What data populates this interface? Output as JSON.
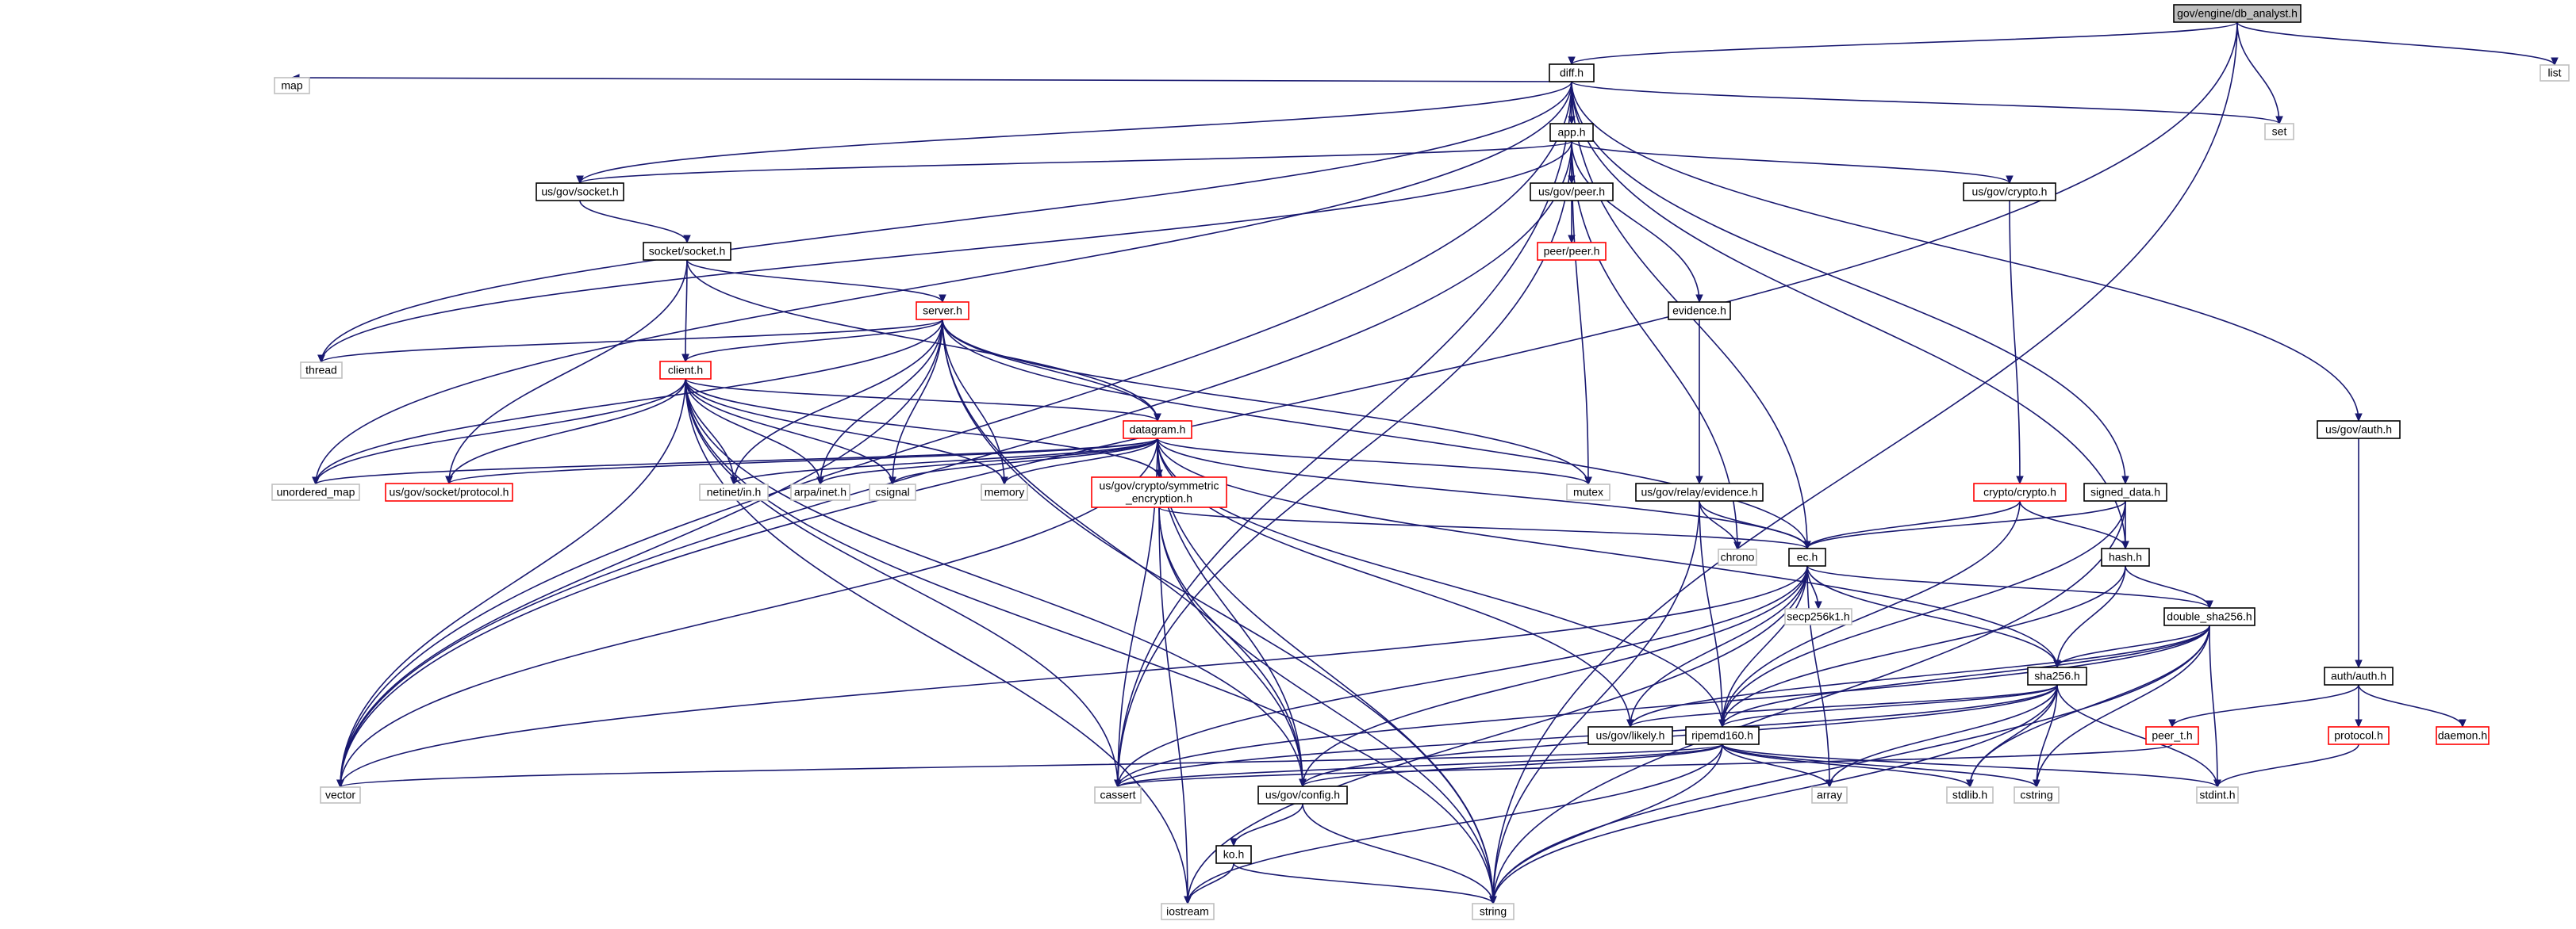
{
  "colors": {
    "edge": "#191970",
    "root_fill": "#bfbfbf",
    "normal_border": "#000000",
    "incomplete_border": "#ff0000",
    "system_border": "#bfbfbf"
  },
  "nodes": [
    {
      "id": "db_analyst",
      "label": "gov/engine/db_analyst.h",
      "kind": "root"
    },
    {
      "id": "list",
      "label": "list",
      "kind": "system"
    },
    {
      "id": "diff",
      "label": "diff.h",
      "kind": "normal"
    },
    {
      "id": "map",
      "label": "map",
      "kind": "system"
    },
    {
      "id": "set",
      "label": "set",
      "kind": "system"
    },
    {
      "id": "app",
      "label": "app.h",
      "kind": "normal"
    },
    {
      "id": "usgov_socket",
      "label": "us/gov/socket.h",
      "kind": "normal"
    },
    {
      "id": "usgov_peer",
      "label": "us/gov/peer.h",
      "kind": "normal"
    },
    {
      "id": "usgov_crypto",
      "label": "us/gov/crypto.h",
      "kind": "normal"
    },
    {
      "id": "peer_peer",
      "label": "peer/peer.h",
      "kind": "incomplete"
    },
    {
      "id": "socket_socket",
      "label": "socket/socket.h",
      "kind": "normal"
    },
    {
      "id": "server",
      "label": "server.h",
      "kind": "incomplete"
    },
    {
      "id": "evidence",
      "label": "evidence.h",
      "kind": "normal"
    },
    {
      "id": "thread",
      "label": "thread",
      "kind": "system"
    },
    {
      "id": "client",
      "label": "client.h",
      "kind": "incomplete"
    },
    {
      "id": "usgov_auth",
      "label": "us/gov/auth.h",
      "kind": "normal"
    },
    {
      "id": "datagram",
      "label": "datagram.h",
      "kind": "incomplete"
    },
    {
      "id": "unordered_map",
      "label": "unordered_map",
      "kind": "system"
    },
    {
      "id": "usgov_socket_protocol",
      "label": "us/gov/socket/protocol.h",
      "kind": "incomplete"
    },
    {
      "id": "netinet",
      "label": "netinet/in.h",
      "kind": "system"
    },
    {
      "id": "arpa",
      "label": "arpa/inet.h",
      "kind": "system"
    },
    {
      "id": "csignal",
      "label": "csignal",
      "kind": "system"
    },
    {
      "id": "memory",
      "label": "memory",
      "kind": "system"
    },
    {
      "id": "sym_enc",
      "label": "us/gov/crypto/symmetric\n_encryption.h",
      "kind": "incomplete"
    },
    {
      "id": "mutex",
      "label": "mutex",
      "kind": "system"
    },
    {
      "id": "relay_evidence",
      "label": "us/gov/relay/evidence.h",
      "kind": "normal"
    },
    {
      "id": "crypto_crypto",
      "label": "crypto/crypto.h",
      "kind": "incomplete"
    },
    {
      "id": "signed_data",
      "label": "signed_data.h",
      "kind": "normal"
    },
    {
      "id": "chrono",
      "label": "chrono",
      "kind": "system"
    },
    {
      "id": "ec",
      "label": "ec.h",
      "kind": "normal"
    },
    {
      "id": "hash",
      "label": "hash.h",
      "kind": "normal"
    },
    {
      "id": "secp",
      "label": "secp256k1.h",
      "kind": "system"
    },
    {
      "id": "double_sha",
      "label": "double_sha256.h",
      "kind": "normal"
    },
    {
      "id": "auth_auth",
      "label": "auth/auth.h",
      "kind": "normal"
    },
    {
      "id": "sha256",
      "label": "sha256.h",
      "kind": "normal"
    },
    {
      "id": "likely",
      "label": "us/gov/likely.h",
      "kind": "normal"
    },
    {
      "id": "peer_t",
      "label": "peer_t.h",
      "kind": "incomplete"
    },
    {
      "id": "protocol",
      "label": "protocol.h",
      "kind": "incomplete"
    },
    {
      "id": "daemon",
      "label": "daemon.h",
      "kind": "incomplete"
    },
    {
      "id": "ripemd",
      "label": "ripemd160.h",
      "kind": "normal"
    },
    {
      "id": "vector",
      "label": "vector",
      "kind": "system"
    },
    {
      "id": "cassert",
      "label": "cassert",
      "kind": "system"
    },
    {
      "id": "usgov_config",
      "label": "us/gov/config.h",
      "kind": "normal"
    },
    {
      "id": "array",
      "label": "array",
      "kind": "system"
    },
    {
      "id": "stdlib",
      "label": "stdlib.h",
      "kind": "system"
    },
    {
      "id": "cstring",
      "label": "cstring",
      "kind": "system"
    },
    {
      "id": "stdint",
      "label": "stdint.h",
      "kind": "system"
    },
    {
      "id": "ko",
      "label": "ko.h",
      "kind": "normal"
    },
    {
      "id": "iostream",
      "label": "iostream",
      "kind": "system"
    },
    {
      "id": "string",
      "label": "string",
      "kind": "system"
    }
  ],
  "edges": [
    [
      "db_analyst",
      "list"
    ],
    [
      "db_analyst",
      "diff"
    ],
    [
      "db_analyst",
      "set"
    ],
    [
      "db_analyst",
      "vector"
    ],
    [
      "db_analyst",
      "string"
    ],
    [
      "diff",
      "map"
    ],
    [
      "diff",
      "set"
    ],
    [
      "diff",
      "app"
    ],
    [
      "diff",
      "usgov_socket"
    ],
    [
      "diff",
      "thread"
    ],
    [
      "diff",
      "unordered_map"
    ],
    [
      "diff",
      "vector"
    ],
    [
      "diff",
      "cassert"
    ],
    [
      "diff",
      "ec"
    ],
    [
      "diff",
      "hash"
    ],
    [
      "diff",
      "signed_data"
    ],
    [
      "diff",
      "usgov_auth"
    ],
    [
      "app",
      "usgov_socket"
    ],
    [
      "app",
      "usgov_peer"
    ],
    [
      "app",
      "usgov_crypto"
    ],
    [
      "app",
      "evidence"
    ],
    [
      "app",
      "mutex"
    ],
    [
      "app",
      "thread"
    ],
    [
      "app",
      "vector"
    ],
    [
      "app",
      "cassert"
    ],
    [
      "app",
      "chrono"
    ],
    [
      "usgov_peer",
      "peer_peer"
    ],
    [
      "usgov_socket",
      "socket_socket"
    ],
    [
      "usgov_crypto",
      "crypto_crypto"
    ],
    [
      "socket_socket",
      "server"
    ],
    [
      "socket_socket",
      "client"
    ],
    [
      "socket_socket",
      "datagram"
    ],
    [
      "socket_socket",
      "usgov_socket_protocol"
    ],
    [
      "server",
      "thread"
    ],
    [
      "server",
      "client"
    ],
    [
      "server",
      "datagram"
    ],
    [
      "server",
      "unordered_map"
    ],
    [
      "server",
      "netinet"
    ],
    [
      "server",
      "arpa"
    ],
    [
      "server",
      "csignal"
    ],
    [
      "server",
      "memory"
    ],
    [
      "server",
      "mutex"
    ],
    [
      "server",
      "vector"
    ],
    [
      "server",
      "usgov_config"
    ],
    [
      "server",
      "string"
    ],
    [
      "server",
      "ec"
    ],
    [
      "client",
      "datagram"
    ],
    [
      "client",
      "unordered_map"
    ],
    [
      "client",
      "usgov_socket_protocol"
    ],
    [
      "client",
      "netinet"
    ],
    [
      "client",
      "arpa"
    ],
    [
      "client",
      "csignal"
    ],
    [
      "client",
      "memory"
    ],
    [
      "client",
      "sym_enc"
    ],
    [
      "client",
      "vector"
    ],
    [
      "client",
      "cassert"
    ],
    [
      "client",
      "usgov_config"
    ],
    [
      "client",
      "iostream"
    ],
    [
      "client",
      "string"
    ],
    [
      "datagram",
      "unordered_map"
    ],
    [
      "datagram",
      "usgov_socket_protocol"
    ],
    [
      "datagram",
      "netinet"
    ],
    [
      "datagram",
      "arpa"
    ],
    [
      "datagram",
      "csignal"
    ],
    [
      "datagram",
      "memory"
    ],
    [
      "datagram",
      "sym_enc"
    ],
    [
      "datagram",
      "mutex"
    ],
    [
      "datagram",
      "ec"
    ],
    [
      "datagram",
      "sha256"
    ],
    [
      "datagram",
      "vector"
    ],
    [
      "datagram",
      "cassert"
    ],
    [
      "datagram",
      "usgov_config"
    ],
    [
      "datagram",
      "likely"
    ],
    [
      "datagram",
      "ripemd"
    ],
    [
      "datagram",
      "string"
    ],
    [
      "sym_enc",
      "ec"
    ],
    [
      "sym_enc",
      "usgov_config"
    ],
    [
      "sym_enc",
      "iostream"
    ],
    [
      "sym_enc",
      "string"
    ],
    [
      "evidence",
      "relay_evidence"
    ],
    [
      "relay_evidence",
      "chrono"
    ],
    [
      "relay_evidence",
      "ec"
    ],
    [
      "relay_evidence",
      "ripemd"
    ],
    [
      "relay_evidence",
      "string"
    ],
    [
      "crypto_crypto",
      "ec"
    ],
    [
      "crypto_crypto",
      "hash"
    ],
    [
      "crypto_crypto",
      "ripemd"
    ],
    [
      "signed_data",
      "ec"
    ],
    [
      "signed_data",
      "hash"
    ],
    [
      "signed_data",
      "ripemd"
    ],
    [
      "signed_data",
      "string"
    ],
    [
      "usgov_auth",
      "auth_auth"
    ],
    [
      "ec",
      "secp"
    ],
    [
      "ec",
      "double_sha"
    ],
    [
      "ec",
      "sha256"
    ],
    [
      "ec",
      "likely"
    ],
    [
      "ec",
      "ripemd"
    ],
    [
      "ec",
      "vector"
    ],
    [
      "ec",
      "usgov_config"
    ],
    [
      "ec",
      "iostream"
    ],
    [
      "ec",
      "array"
    ],
    [
      "ec",
      "cassert"
    ],
    [
      "hash",
      "double_sha"
    ],
    [
      "hash",
      "sha256"
    ],
    [
      "hash",
      "ripemd"
    ],
    [
      "double_sha",
      "sha256"
    ],
    [
      "double_sha",
      "likely"
    ],
    [
      "double_sha",
      "ripemd"
    ],
    [
      "double_sha",
      "cassert"
    ],
    [
      "double_sha",
      "stdlib"
    ],
    [
      "double_sha",
      "cstring"
    ],
    [
      "double_sha",
      "stdint"
    ],
    [
      "double_sha",
      "string"
    ],
    [
      "auth_auth",
      "peer_t"
    ],
    [
      "auth_auth",
      "protocol"
    ],
    [
      "auth_auth",
      "daemon"
    ],
    [
      "sha256",
      "likely"
    ],
    [
      "sha256",
      "ripemd"
    ],
    [
      "sha256",
      "cassert"
    ],
    [
      "sha256",
      "usgov_config"
    ],
    [
      "sha256",
      "array"
    ],
    [
      "sha256",
      "stdlib"
    ],
    [
      "sha256",
      "cstring"
    ],
    [
      "sha256",
      "stdint"
    ],
    [
      "sha256",
      "string"
    ],
    [
      "peer_t",
      "cassert"
    ],
    [
      "protocol",
      "stdint"
    ],
    [
      "ripemd",
      "vector"
    ],
    [
      "ripemd",
      "cassert"
    ],
    [
      "ripemd",
      "usgov_config"
    ],
    [
      "ripemd",
      "array"
    ],
    [
      "ripemd",
      "stdlib"
    ],
    [
      "ripemd",
      "cstring"
    ],
    [
      "ripemd",
      "stdint"
    ],
    [
      "ripemd",
      "iostream"
    ],
    [
      "ripemd",
      "string"
    ],
    [
      "usgov_config",
      "ko"
    ],
    [
      "usgov_config",
      "string"
    ],
    [
      "ko",
      "iostream"
    ],
    [
      "ko",
      "string"
    ]
  ]
}
